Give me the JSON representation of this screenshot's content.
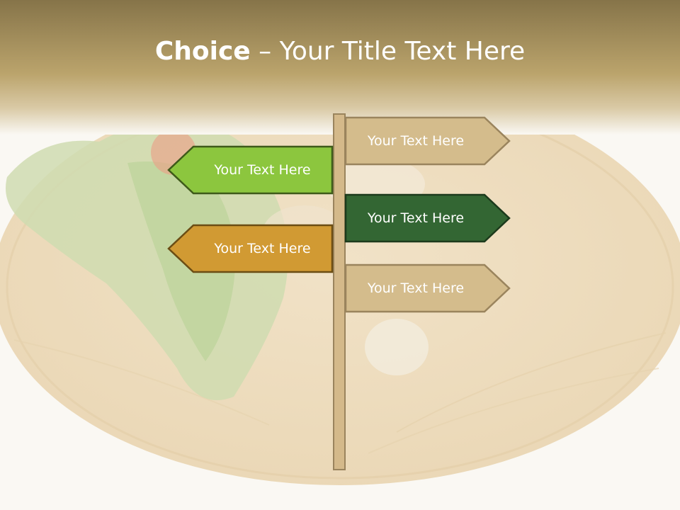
{
  "slide": {
    "title_bold": "Choice",
    "title_rest": " – Your Title Text Here",
    "signs": [
      {
        "label": "Your Text Here",
        "direction": "right",
        "fill": "#d4bc8c",
        "stroke": "#9a845d",
        "text_color": "#ffffff"
      },
      {
        "label": "Your Text Here",
        "direction": "left",
        "fill": "#8cc63e",
        "stroke": "#3e5a1a",
        "text_color": "#ffffff"
      },
      {
        "label": "Your Text Here",
        "direction": "right",
        "fill": "#336633",
        "stroke": "#1c3a1c",
        "text_color": "#ffffff"
      },
      {
        "label": "Your Text Here",
        "direction": "left",
        "fill": "#d19a33",
        "stroke": "#6b4d14",
        "text_color": "#ffffff"
      },
      {
        "label": "Your Text Here",
        "direction": "right",
        "fill": "#d4bc8c",
        "stroke": "#9a845d",
        "text_color": "#ffffff"
      }
    ]
  }
}
